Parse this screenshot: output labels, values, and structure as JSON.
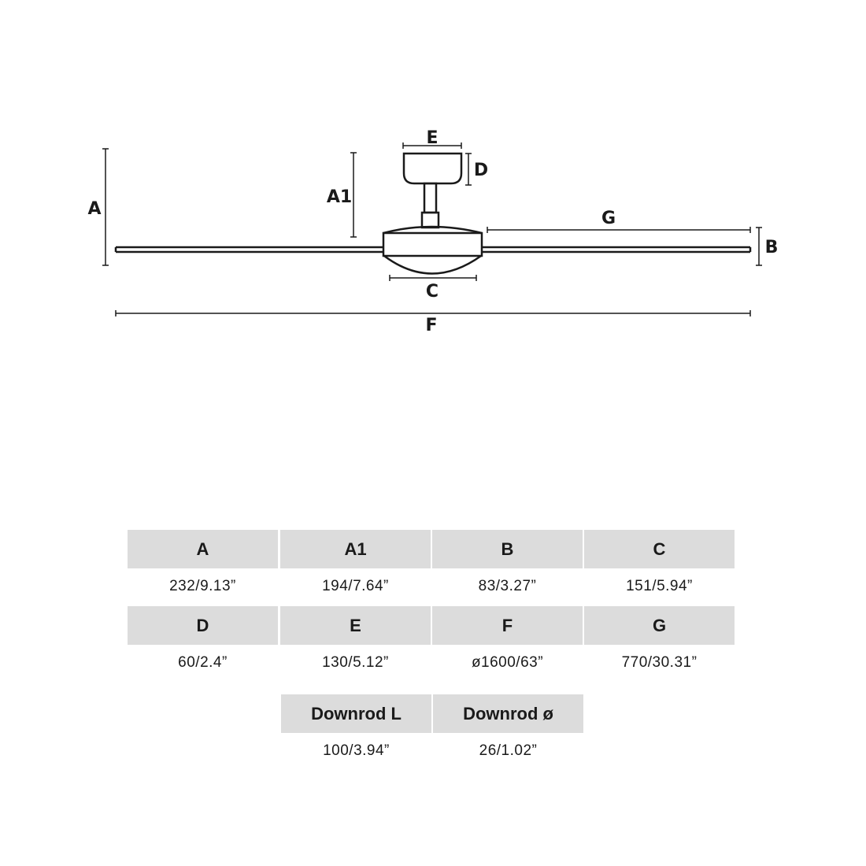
{
  "diagram": {
    "labels": {
      "A": "A",
      "A1": "A1",
      "B": "B",
      "C": "C",
      "D": "D",
      "E": "E",
      "F": "F",
      "G": "G"
    }
  },
  "table": {
    "rows": [
      [
        {
          "h": "A",
          "v": "232/9.13”"
        },
        {
          "h": "A1",
          "v": "194/7.64”"
        },
        {
          "h": "B",
          "v": "83/3.27”"
        },
        {
          "h": "C",
          "v": "151/5.94”"
        }
      ],
      [
        {
          "h": "D",
          "v": "60/2.4”"
        },
        {
          "h": "E",
          "v": "130/5.12”"
        },
        {
          "h": "F",
          "v": "ø1600/63”"
        },
        {
          "h": "G",
          "v": "770/30.31”"
        }
      ],
      [
        {
          "h": "Downrod L",
          "v": "100/3.94”"
        },
        {
          "h": "Downrod ø",
          "v": "26/1.02”"
        }
      ]
    ]
  }
}
